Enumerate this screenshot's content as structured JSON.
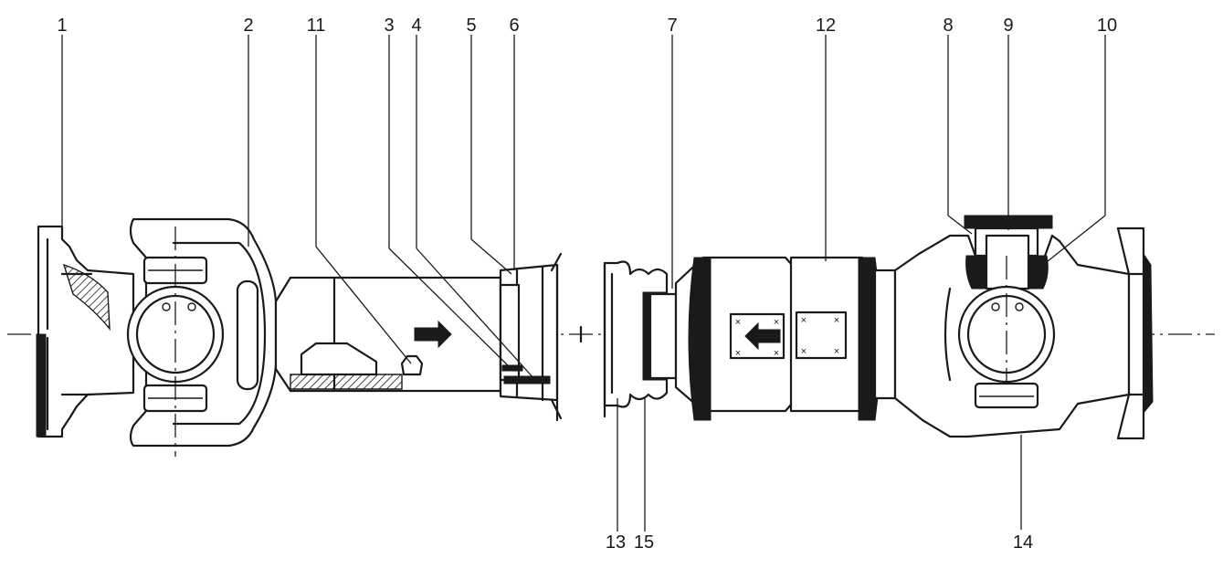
{
  "diagram": {
    "callouts": [
      "1",
      "2",
      "11",
      "3",
      "4",
      "5",
      "6",
      "7",
      "12",
      "8",
      "9",
      "10",
      "13",
      "15",
      "14"
    ]
  }
}
